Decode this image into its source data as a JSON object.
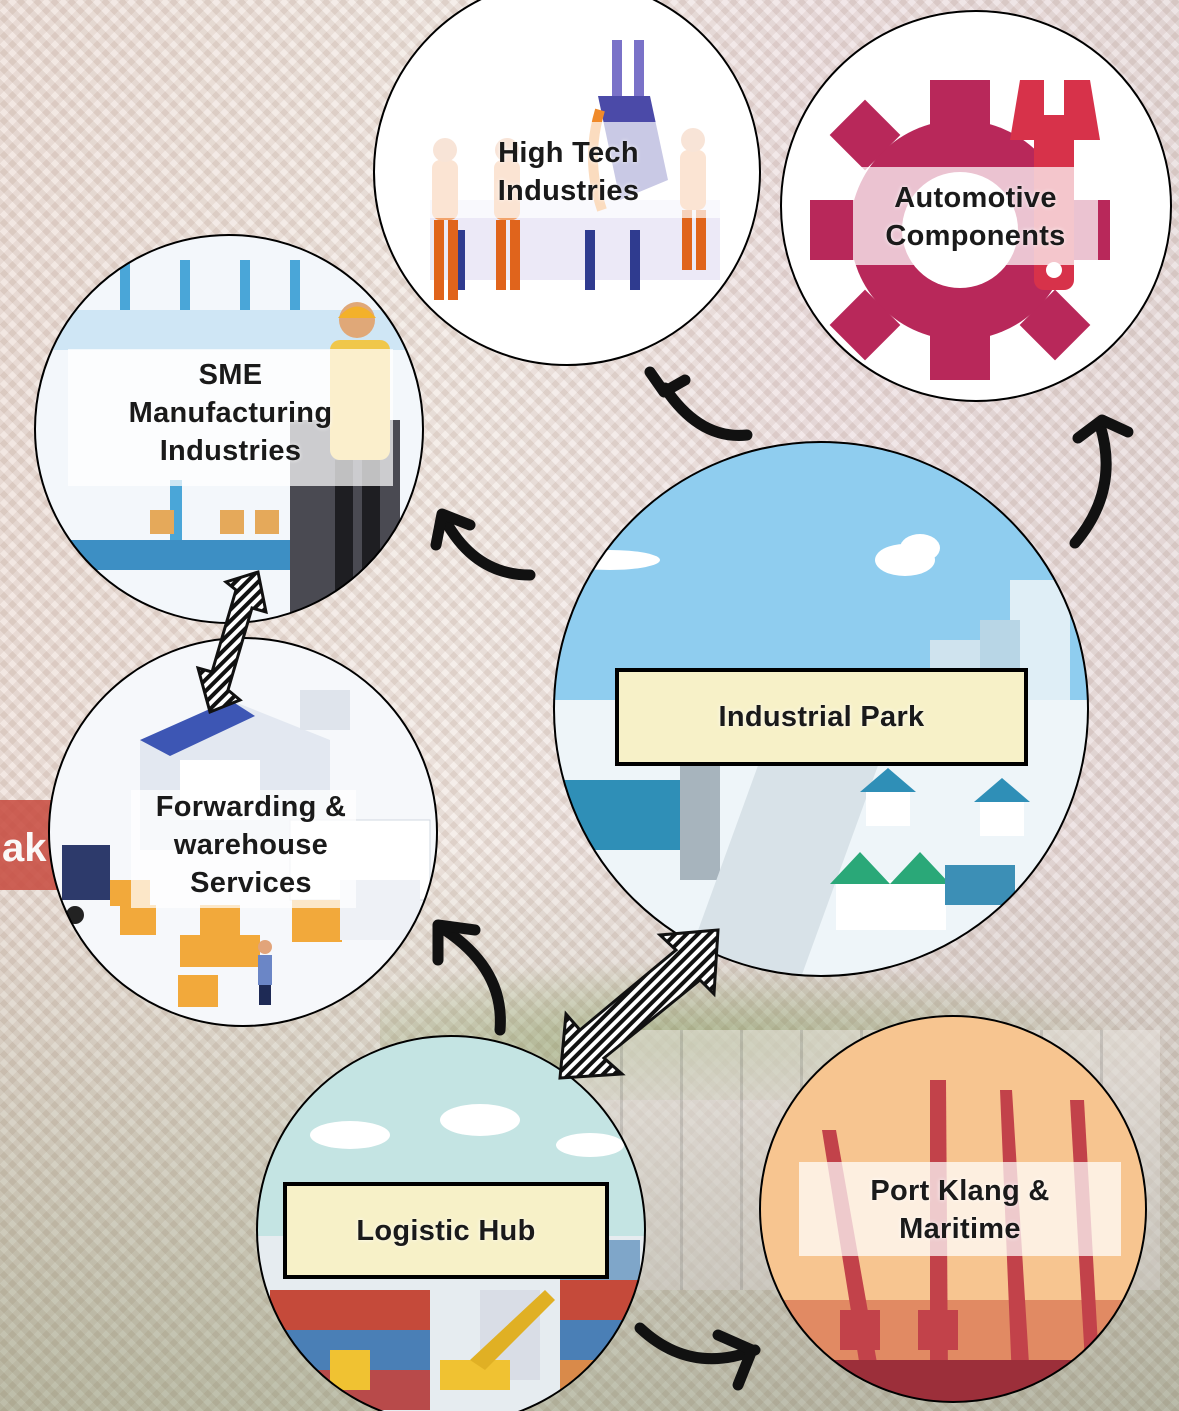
{
  "background": {
    "sign_fragment": "ak"
  },
  "nodes": {
    "high_tech": "High Tech\nIndustries",
    "automotive": "Automotive\nComponents",
    "sme": "SME\nManufacturing\nIndustries",
    "industrial_park": "Industrial Park",
    "forwarding": "Forwarding &\nwarehouse\nServices",
    "logistic_hub": "Logistic Hub",
    "port_klang": "Port Klang &\nMaritime"
  },
  "colors": {
    "label_box_fill": "#f7f1c8",
    "automotive_gear": "#b8285a",
    "sky": "#bfe3f5",
    "port_sky": "#f6c99a"
  },
  "icons": [
    "gear-icon",
    "wrench-icon",
    "robot-arm-icon",
    "forklift-icon",
    "crane-icon",
    "container-icon",
    "cloud-icon",
    "house-icon"
  ]
}
